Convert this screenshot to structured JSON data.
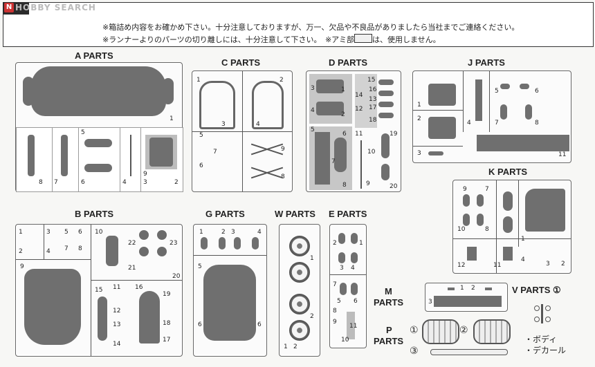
{
  "header": {
    "title": "HOBBY SEARCH",
    "logo_letter": "N",
    "notice_line1": "※箱詰め内容をお確かめ下さい。十分注意しておりますが、万一、欠品や不良品がありましたら当社までご連絡ください。",
    "notice_line2a": "※ランナーよりのパーツの切り離しには、十分注意して下さい。",
    "notice_line2b": "※アミ部",
    "notice_line2c": "は、使用しません。"
  },
  "parts": {
    "a": "A PARTS",
    "b": "B PARTS",
    "c": "C PARTS",
    "d": "D PARTS",
    "e": "E PARTS",
    "g": "G PARTS",
    "j": "J PARTS",
    "k": "K PARTS",
    "w": "W PARTS",
    "m1": "M",
    "m2": "PARTS",
    "p1": "P",
    "p2": "PARTS",
    "v": "V PARTS ①"
  },
  "p_markers": {
    "one": "①",
    "two": "②",
    "three": "③"
  },
  "legend": {
    "body": "・ボディ",
    "decal": "・デカール"
  },
  "numbers": {
    "a": [
      "1",
      "8",
      "7",
      "5",
      "6",
      "4",
      "9",
      "3",
      "2"
    ],
    "c": [
      "1",
      "2",
      "3",
      "4",
      "5",
      "6",
      "7",
      "8",
      "9"
    ],
    "d": [
      "3",
      "1",
      "4",
      "2",
      "15",
      "16",
      "14",
      "13",
      "12",
      "17",
      "18",
      "11",
      "5",
      "6",
      "7",
      "8",
      "19",
      "10",
      "9",
      "20"
    ],
    "j": [
      "1",
      "2",
      "3",
      "4",
      "5",
      "6",
      "7",
      "8",
      "11"
    ],
    "k": [
      "9",
      "7",
      "10",
      "8",
      "12",
      "11",
      "1",
      "4",
      "3",
      "2"
    ],
    "b": [
      "1",
      "3",
      "5",
      "6",
      "2",
      "4",
      "7",
      "8",
      "10",
      "22",
      "23",
      "21",
      "20",
      "9",
      "15",
      "11",
      "16",
      "12",
      "13",
      "14",
      "19",
      "18",
      "17"
    ],
    "g": [
      "1",
      "2",
      "3",
      "4",
      "5",
      "6",
      "6"
    ],
    "w": [
      "1",
      "2",
      "1",
      "2"
    ],
    "e": [
      "2",
      "1",
      "3",
      "4",
      "7",
      "5",
      "6",
      "8",
      "9",
      "11",
      "10"
    ],
    "m": [
      "1",
      "2",
      "3"
    ]
  }
}
